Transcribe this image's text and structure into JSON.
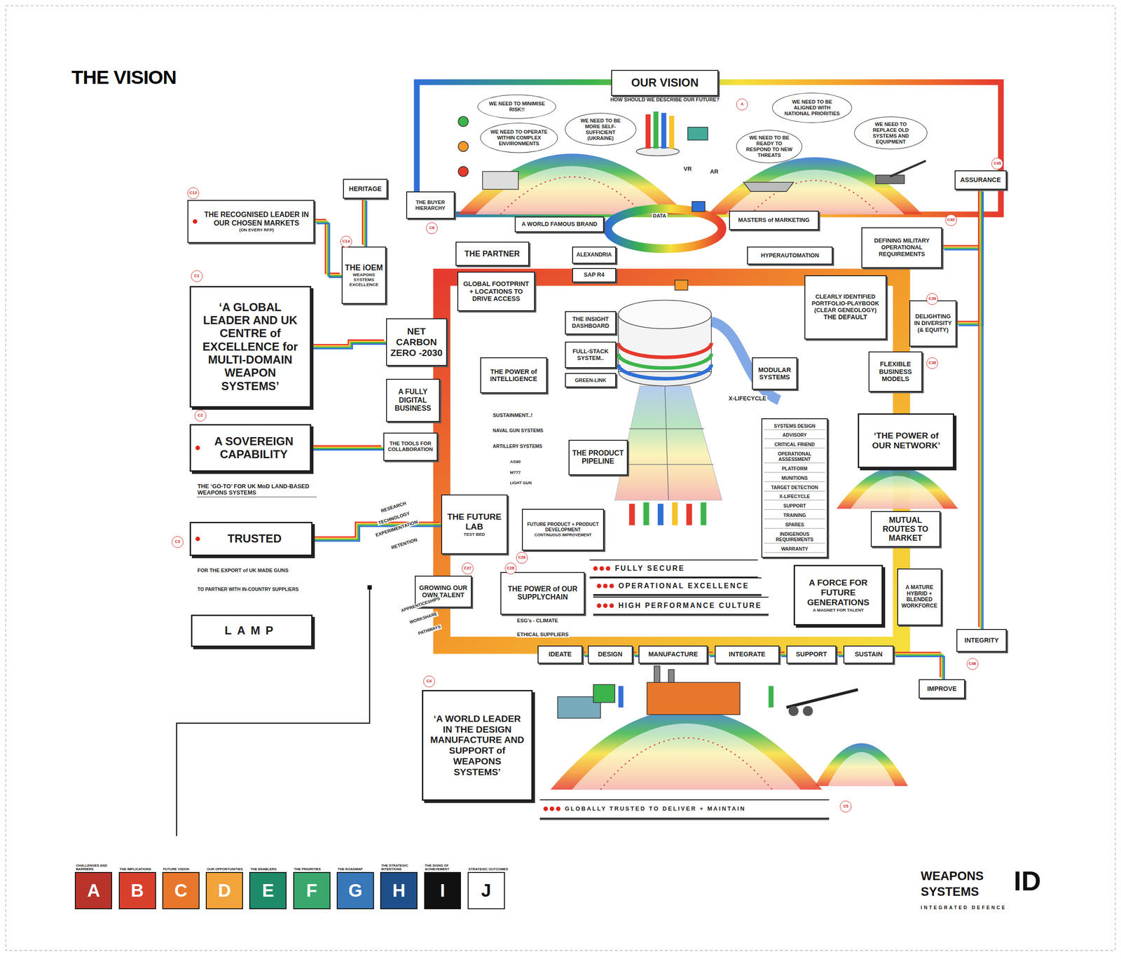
{
  "diagram": {
    "title": "THE VISION",
    "nodes": [
      {
        "text": [
          "OUR VISION",
          "HOW SHOULD WE DESCRIBE OUR FUTURE?"
        ]
      },
      {
        "text": [
          "WE NEED TO MINIMISE RISK!!"
        ]
      },
      {
        "text": [
          "WE NEED TO OPERATE WITHIN COMPLEX ENVIRONMENTS"
        ]
      },
      {
        "text": [
          "WE NEED TO BE MORE SELF-SUFFICIENT (UKRAINE)"
        ]
      },
      {
        "text": [
          "WE NEED TO BE ALIGNED WITH NATIONAL PRIORITIES"
        ]
      },
      {
        "text": [
          "WE NEED TO BE READY TO RESPOND TO NEW THREATS"
        ]
      },
      {
        "text": [
          "WE NEED TO REPLACE OLD SYSTEMS AND EQUIPMENT"
        ]
      },
      {
        "text": [
          "HERITAGE"
        ]
      },
      {
        "text": [
          "THE BUYER HIERARCHY"
        ]
      },
      {
        "text": [
          "A WORLD FAMOUS BRAND"
        ]
      },
      {
        "text": [
          "MASTERS of MARKETING"
        ]
      },
      {
        "text": [
          "ASSURANCE"
        ]
      },
      {
        "text": [
          "THE RECOGNISED LEADER IN OUR CHOSEN MARKETS",
          "(ON EVERY RFP)"
        ]
      },
      {
        "text": [
          "THE iOEM",
          "WEAPONS SYSTEMS EXCELLENCE"
        ]
      },
      {
        "text": [
          "THE PARTNER"
        ]
      },
      {
        "text": [
          "ALEXANDRIA"
        ]
      },
      {
        "text": [
          "SAP R4"
        ]
      },
      {
        "text": [
          "HYPERAUTOMATION"
        ]
      },
      {
        "text": [
          "DEFINING MILITARY OPERATIONAL REQUIREMENTS"
        ]
      },
      {
        "text": [
          "‘A GLOBAL LEADER AND UK CENTRE of EXCELLENCE for MULTI-DOMAIN WEAPON SYSTEMS’"
        ]
      },
      {
        "text": [
          "GLOBAL FOOTPRINT + LOCATIONS TO DRIVE ACCESS"
        ]
      },
      {
        "text": [
          "THE INSIGHT DASHBOARD"
        ]
      },
      {
        "text": [
          "CLEARLY IDENTIFIED PORTFOLIO-PLAYBOOK (CLEAR GENEOLOGY)",
          "THE DEFAULT"
        ]
      },
      {
        "text": [
          "DELIGHTING IN DIVERSITY (& EQUITY)"
        ]
      },
      {
        "text": [
          "NET CARBON ZERO -2030"
        ]
      },
      {
        "text": [
          "FULL-STACK SYSTEM.."
        ]
      },
      {
        "text": [
          "THE POWER of INTELLIGENCE"
        ]
      },
      {
        "text": [
          "GREEN-LINK"
        ]
      },
      {
        "text": [
          "MODULAR SYSTEMS"
        ]
      },
      {
        "text": [
          "FLEXIBLE BUSINESS MODELS"
        ]
      },
      {
        "text": [
          "A FULLY DIGITAL BUSINESS"
        ]
      },
      {
        "text": [
          "A SOVEREIGN CAPABILITY"
        ]
      },
      {
        "text": [
          "THE TOOLS FOR COLLABORATION"
        ]
      },
      {
        "text": [
          "THE PRODUCT PIPELINE"
        ]
      },
      {
        "text": [
          "SYSTEMS DESIGN",
          "ADVISORY",
          "CRITICAL FRIEND",
          "OPERATIONAL ASSESSMENT",
          "PLATFORM",
          "MUNITIONS",
          "TARGET DETECTION",
          "X-LIFECYCLE",
          "SUPPORT",
          "TRAINING",
          "SPARES",
          "INDIGENOUS REQUIREMENTS",
          "WARRANTY"
        ]
      },
      {
        "text": [
          "‘THE POWER of OUR NETWORK’"
        ]
      },
      {
        "text": [
          "TRUSTED"
        ]
      },
      {
        "text": [
          "LAMP"
        ]
      },
      {
        "text": [
          "THE FUTURE LAB",
          "TEST BED"
        ]
      },
      {
        "text": [
          "FUTURE PRODUCT + PRODUCT DEVELOPMENT",
          "CONTINUOUS IMPROVEMENT"
        ]
      },
      {
        "text": [
          "MUTUAL ROUTES TO MARKET"
        ]
      },
      {
        "text": [
          "FULLY SECURE"
        ]
      },
      {
        "text": [
          "OPERATIONAL EXCELLENCE"
        ]
      },
      {
        "text": [
          "HIGH PERFORMANCE CULTURE"
        ]
      },
      {
        "text": [
          "GROWING OUR OWN TALENT"
        ]
      },
      {
        "text": [
          "THE POWER of OUR SUPPLYCHAIN"
        ]
      },
      {
        "text": [
          "A FORCE FOR FUTURE GENERATIONS",
          "A MAGNET FOR TALENT"
        ]
      },
      {
        "text": [
          "A MATURE HYBRID + BLENDED WORKFORCE"
        ]
      },
      {
        "text": [
          "INTEGRITY"
        ]
      },
      {
        "text": [
          "IDEATE"
        ]
      },
      {
        "text": [
          "DESIGN"
        ]
      },
      {
        "text": [
          "MANUFACTURE"
        ]
      },
      {
        "text": [
          "INTEGRATE"
        ]
      },
      {
        "text": [
          "SUPPORT"
        ]
      },
      {
        "text": [
          "SUSTAIN"
        ]
      },
      {
        "text": [
          "IMPROVE"
        ]
      },
      {
        "text": [
          "‘A WORLD LEADER IN THE DESIGN MANUFACTURE AND SUPPORT of WEAPONS SYSTEMS’"
        ]
      },
      {
        "text": [
          "GLOBALLY TRUSTED TO DELIVER + MAINTAIN"
        ]
      },
      {
        "text": [
          "CHALLENGES AND BARRIERS",
          "A"
        ]
      },
      {
        "text": [
          "THE IMPLICATIONS",
          "B"
        ]
      },
      {
        "text": [
          "FUTURE VISION",
          "C"
        ]
      },
      {
        "text": [
          "OUR OPPORTUNITIES",
          "D"
        ]
      },
      {
        "text": [
          "THE ENABLERS",
          "E"
        ]
      },
      {
        "text": [
          "THE PRIORITIES",
          "F"
        ]
      },
      {
        "text": [
          "THE ROADMAP",
          "G"
        ]
      },
      {
        "text": [
          "THE STRATEGIC INTENTIONS",
          "H"
        ]
      },
      {
        "text": [
          "THE SIGNS OF ACHIEVEMENT",
          "I"
        ]
      },
      {
        "text": [
          "STRATEGIC OUTCOMES",
          "J"
        ]
      }
    ],
    "edges": [
      {
        "from": 12,
        "to": 13,
        "arrow": "none"
      },
      {
        "from": 19,
        "to": 24,
        "arrow": "none"
      },
      {
        "from": 31,
        "to": 32,
        "arrow": "none"
      },
      {
        "from": 36,
        "to": 38,
        "arrow": "none"
      },
      {
        "from": 11,
        "to": 18,
        "arrow": "none"
      },
      {
        "from": 11,
        "to": 23,
        "arrow": "none"
      },
      {
        "from": 11,
        "to": 48,
        "arrow": "none"
      },
      {
        "from": 54,
        "to": 55,
        "arrow": "none"
      },
      {
        "from": 49,
        "to": 50,
        "arrow": "none"
      },
      {
        "from": 50,
        "to": 51,
        "arrow": "none"
      },
      {
        "from": 51,
        "to": 52,
        "arrow": "none"
      },
      {
        "from": 52,
        "to": 53,
        "arrow": "none"
      },
      {
        "from": 53,
        "to": 54,
        "arrow": "none"
      },
      {
        "from": 7,
        "to": 13,
        "arrow": "none"
      }
    ],
    "labels": [
      "DATA",
      "VR",
      "AR",
      "X-LIFECYCLE",
      "SUSTAINMENT..!",
      "NAVAL GUN SYSTEMS",
      "ARTILLERY SYSTEMS",
      "AS90",
      "M777",
      "LIGHT GUN",
      "THE ‘GO-TO’ FOR UK MoD LAND-BASED WEAPONS SYSTEMS",
      "FOR THE EXPORT of UK MADE GUNS",
      "TO PARTNER WITH IN-COUNTRY SUPPLIERS",
      "RESEARCH",
      "TECHNOLOGY",
      "EXPERIMENTATION",
      "RETENTION",
      "APPRENTICESHIPS",
      "WORKSHARE",
      "PATHWAYS",
      "ESG's - CLIMATE",
      "ETHICAL SUPPLIERS",
      "A",
      "C13",
      "C14",
      "C1",
      "C2",
      "C3",
      "C4",
      "C5",
      "C6",
      "C45",
      "C40",
      "C39",
      "C38",
      "C46",
      "C26",
      "C27",
      "C28",
      "WEAPONS",
      "SYSTEMS",
      "ID",
      "INTEGRATED DEFENCE"
    ]
  }
}
